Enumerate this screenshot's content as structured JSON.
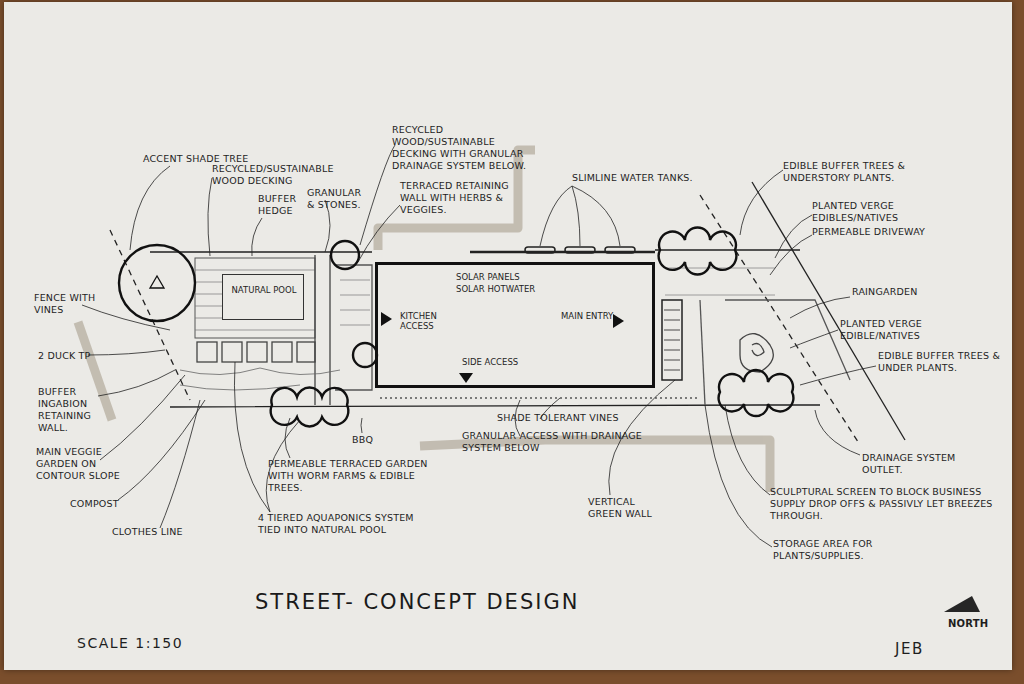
{
  "diagram": {
    "title": "STREET- CONCEPT DESIGN",
    "nodes": [
      {
        "text": [
          "NATURAL POOL"
        ]
      },
      {
        "text": [
          "SOLAR PANELS",
          "SOLAR HOTWATER",
          "KITCHEN ACCESS",
          "MAIN ENTRY",
          "SIDE ACCESS"
        ]
      }
    ],
    "edges": [],
    "labels": [
      "ACCENT SHADE TREE",
      "RECYCLED/SUSTAINABLE WOOD DECKING",
      "BUFFER HEDGE",
      "GRANULAR & STONES.",
      "RECYCLED WOOD/SUSTAINABLE DECKING WITH GRANULAR DRAINAGE SYSTEM BELOW.",
      "TERRACED RETAINING WALL WITH HERBS & VEGGIES.",
      "SLIMLINE WATER TANKS.",
      "EDIBLE BUFFER TREES & UNDERSTORY PLANTS.",
      "PLANTED VERGE EDIBLES/NATIVES",
      "PERMEABLE DRIVEWAY",
      "RAINGARDEN",
      "PLANTED VERGE EDIBLE/NATIVES",
      "EDIBLE BUFFER TREES & UNDER PLANTS.",
      "DRAINAGE SYSTEM OUTLET.",
      "SCULPTURAL SCREEN TO BLOCK BUSINESS SUPPLY DROP OFFS & PASSIVLY LET BREEZES THROUGH.",
      "STORAGE AREA FOR PLANTS/SUPPLIES.",
      "VERTICAL GREEN WALL",
      "GRANULAR ACCESS WITH DRAINAGE SYSTEM BELOW",
      "SHADE TOLERANT VINES",
      "BBQ",
      "PERMEABLE TERRACED GARDEN WITH WORM FARMS & EDIBLE TREES.",
      "4 TIERED AQUAPONICS SYSTEM TIED INTO NATURAL POOL",
      "CLOTHES LINE",
      "COMPOST",
      "MAIN VEGGIE GARDEN ON CONTOUR SLOPE",
      "BUFFER INGABION RETAINING WALL.",
      "2 DUCK TP",
      "FENCE WITH VINES",
      "SCALE 1:150",
      "JEB",
      "NORTH"
    ]
  }
}
